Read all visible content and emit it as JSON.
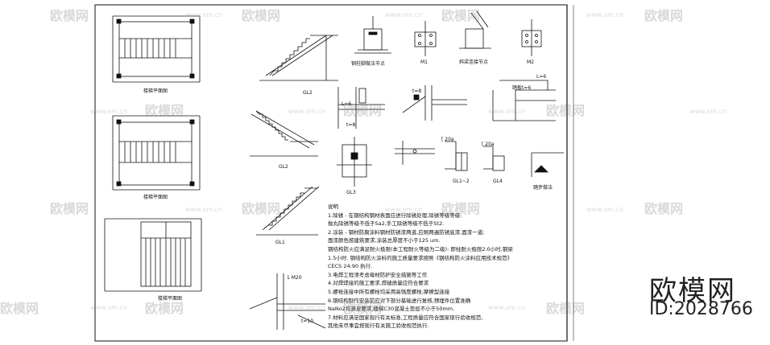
{
  "drawing": {
    "labels": {
      "plan1": "楼梯平面图",
      "plan2": "楼梯平面图",
      "plan3": "楼梯平面图",
      "gl1": "GL1",
      "gl2": "GL2",
      "gl2b": "GL2",
      "gl3": "GL3",
      "gl1_2": "GL1~2",
      "gl4": "GL4",
      "node_a": "钢柱脚做法节点",
      "node_b": "M1",
      "node_c": "斜梁连接节点",
      "node_d": "M2",
      "step": "踏步做法",
      "steel1": "[ 20a",
      "steel2": "[ 20a",
      "dim1": "L=6",
      "dim2": "L=6",
      "dim3": "t=10",
      "dim4": "t=8",
      "dim5": "1 M20",
      "dim6": "t=8",
      "dim7": "踏板t=6"
    },
    "notes": [
      "说明",
      "1.除锈 - 在钢结构钢材表面应进行除锈处理,除锈等级等级:",
      "  抛丸除锈等级不低于Sa2,手工除锈等级不低于St2.",
      "2.涂装 - 钢材防腐涂料钢材防锈漆两道,应刷两遍防锈底漆,面漆一道;",
      "  面漆颜色按建筑要求,涂装总厚度不小于125 um.",
      "  钢结构防火应满足耐火极限(本工程耐火等级为二级):          即柱耐火极限2.0小时,钢梁",
      "  1.5小时.  钢结构防火涂料的施工质量要求按照《钢结构防火涂料应用技术规范》",
      "  CECS 24:90 执行.",
      "3.电焊工程须考虑母材防护安全措施等工作",
      "4.对焊焊接的施工要求,焊缝质量应符合要求",
      "5.螺栓连接中所有螺栓均采用高强度螺栓,摩擦型连接",
      "6.钢结构制作安装前应对下部分基础进行复核,预埋件位置准确",
      "  NaNo2均满足要求,楼梯C30混凝土垫层不小于50mm.",
      "7.材料应满足国家现行有关标准,工程质量应符合国家现行验收规范,",
      "  其他未尽事宜按现行有关施工验收规范执行."
    ],
    "watermarks": {
      "text": "欧模网",
      "url": "www.om.cn"
    },
    "brand": {
      "name": "欧模网",
      "id": "ID:2028766"
    }
  }
}
